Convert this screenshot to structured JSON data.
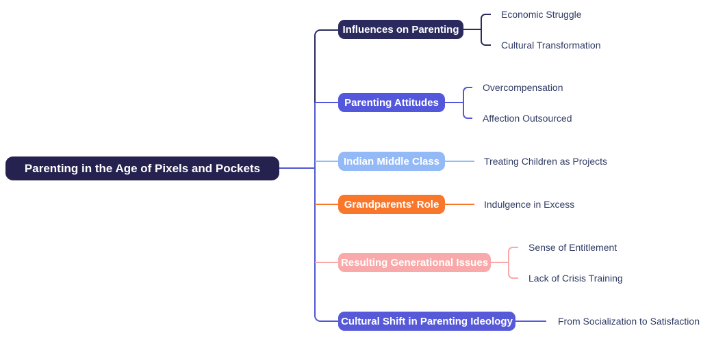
{
  "root": {
    "label": "Parenting in the Age of Pixels and Pockets",
    "color": "#262250"
  },
  "colors": {
    "background": "#ffffff",
    "trunk": "#4f58cf",
    "child_text": "#2f3b63",
    "topic_text": "#ffffff"
  },
  "branches": [
    {
      "label": "Influences on Parenting",
      "color": "#2b2a5e",
      "children": [
        "Economic Struggle",
        "Cultural Transformation"
      ]
    },
    {
      "label": "Parenting Attitudes",
      "color": "#5357dc",
      "children": [
        "Overcompensation",
        "Affection Outsourced"
      ]
    },
    {
      "label": "Indian Middle Class",
      "color": "#93b9f7",
      "children": [
        "Treating Children as Projects"
      ]
    },
    {
      "label": "Grandparents' Role",
      "color": "#f8772b",
      "children": [
        "Indulgence in Excess"
      ]
    },
    {
      "label": "Resulting Generational Issues",
      "color": "#f9a9a9",
      "children": [
        "Sense of Entitlement",
        "Lack of Crisis Training"
      ]
    },
    {
      "label": "Cultural Shift in Parenting Ideology",
      "color": "#5659d8",
      "children": [
        "From Socialization to Satisfaction"
      ]
    }
  ]
}
